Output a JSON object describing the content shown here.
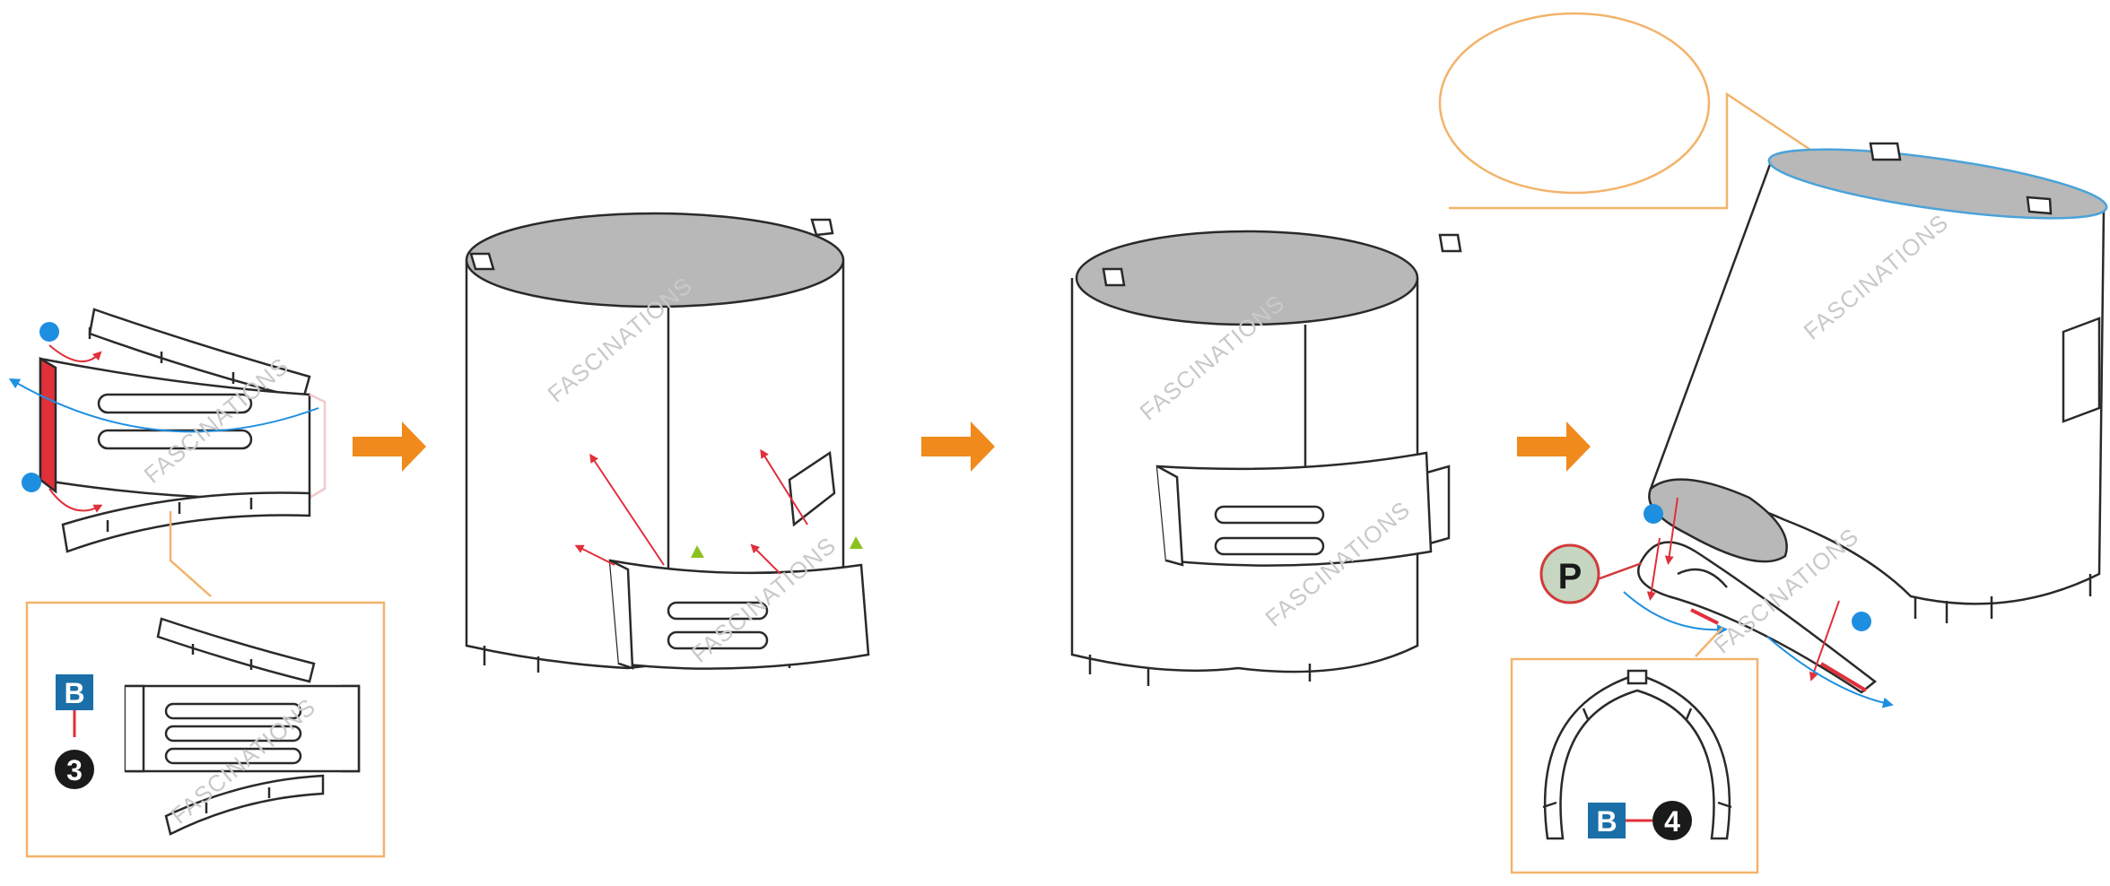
{
  "watermark": "FASCINATIONS",
  "labels": {
    "part_b": "B",
    "step_3": "3",
    "step_4": "4",
    "part_p": "P"
  },
  "colors": {
    "orange_arrow": "#f08a1c",
    "callout_border": "#f3b36b",
    "blue_marker": "#1e8fe0",
    "red_line": "#e0303a",
    "green_marker": "#8cc21f",
    "badge_blue": "#1a6fa8",
    "badge_black": "#1a1a1a",
    "p_badge_fill": "#c6d6c0",
    "p_badge_stroke": "#d23b3b",
    "grey_top": "#b8b8b8",
    "line": "#2a2a2a"
  },
  "icons": [
    "step-arrow-icon",
    "blue-dot-marker",
    "green-triangle-marker"
  ]
}
